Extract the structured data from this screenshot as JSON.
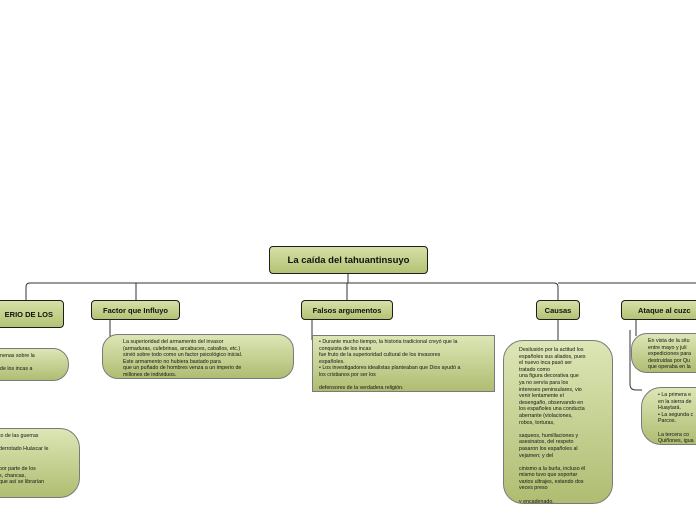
{
  "map": {
    "root": {
      "label": "La caída del tahuantinsuyo"
    },
    "branches": [
      {
        "id": "left",
        "label": "ERIO DE LOS"
      },
      {
        "id": "factor",
        "label": "Factor que Influyo"
      },
      {
        "id": "falsos",
        "label": "Falsos argumentos"
      },
      {
        "id": "causas",
        "label": "Causas"
      },
      {
        "id": "ataque",
        "label": "Ataque al cuzc"
      }
    ],
    "notes": {
      "left_top": "nenas sobre la\n\nde los incas a",
      "left_bottom": "to de las guerras\n\nderrotado Huáscar le\n\n\npor parte de los\ns, chancas,\nque así se librarían",
      "factor": "La superioridad del armamento del invasor\n(armaduras, culebrinas, arcabuces, caballos, etc.)\nsirvió sobre todo como un factor psicológico inicial.\nEste armamento no hubiera bastado para\nque un puñado de hombres venza a un imperio de\nmillones de individuos.",
      "falsos": "• Durante mucho tiempo, la historia tradicional creyó que la\nconquista de los incas\nfue fruto de la superioridad cultural de los invasores\nespañoles.\n• Los investigadores idealistas planteaban que Dios ayudó a\nlos cristianos por ser los\n\ndefensores de la verdadera religión.",
      "causas": "Desilusión por la actitud los\nespañoles sus aliados, pues\nel nuevo inca pasó ser\ntratado como\nuna figura decorativa que\nya no servía para los\nintereses peninsulares, vio\nvenir lentamente el\ndesengaño, observando en\nlos españoles una conducta\naberrante (violaciones,\nrobos, torturas,\n\nsaqueos, humillaciones y\nasesinatos, del respeto\npasaron los españoles al\nvejamen; y del\n\ncinismo a la burla, incluso él\nmismo tuvo que soportar\nvarios ultrajes, estando dos\nveces preso\n\ny encadenado.",
      "ataque_top": "En vista de la situ\nentre mayo y juli\nexpediciones para\ndestruidas por Qu\nque operaba en la",
      "ataque_bottom": "• La primera e\nen la sierra de\nHuaytará.\n• La segunda c\nParcos.\n\nLa tercera co\nQuiñones, igua"
    }
  }
}
